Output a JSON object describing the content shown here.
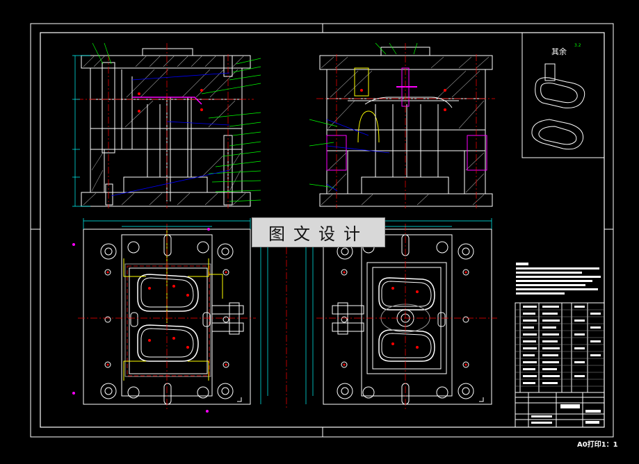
{
  "watermark": "图文设计",
  "scale_note": "A0打印1：1",
  "roughness": {
    "label": "其余",
    "value": "3.2"
  },
  "colors": {
    "background": "#000000",
    "outline": "#ffffff",
    "centerline": "#ff0000",
    "dimension": "#00ffff",
    "leader": "#00ff00",
    "runner": "#ffff00",
    "sprue": "#ff00ff",
    "hatch": "#a0a0a0"
  }
}
